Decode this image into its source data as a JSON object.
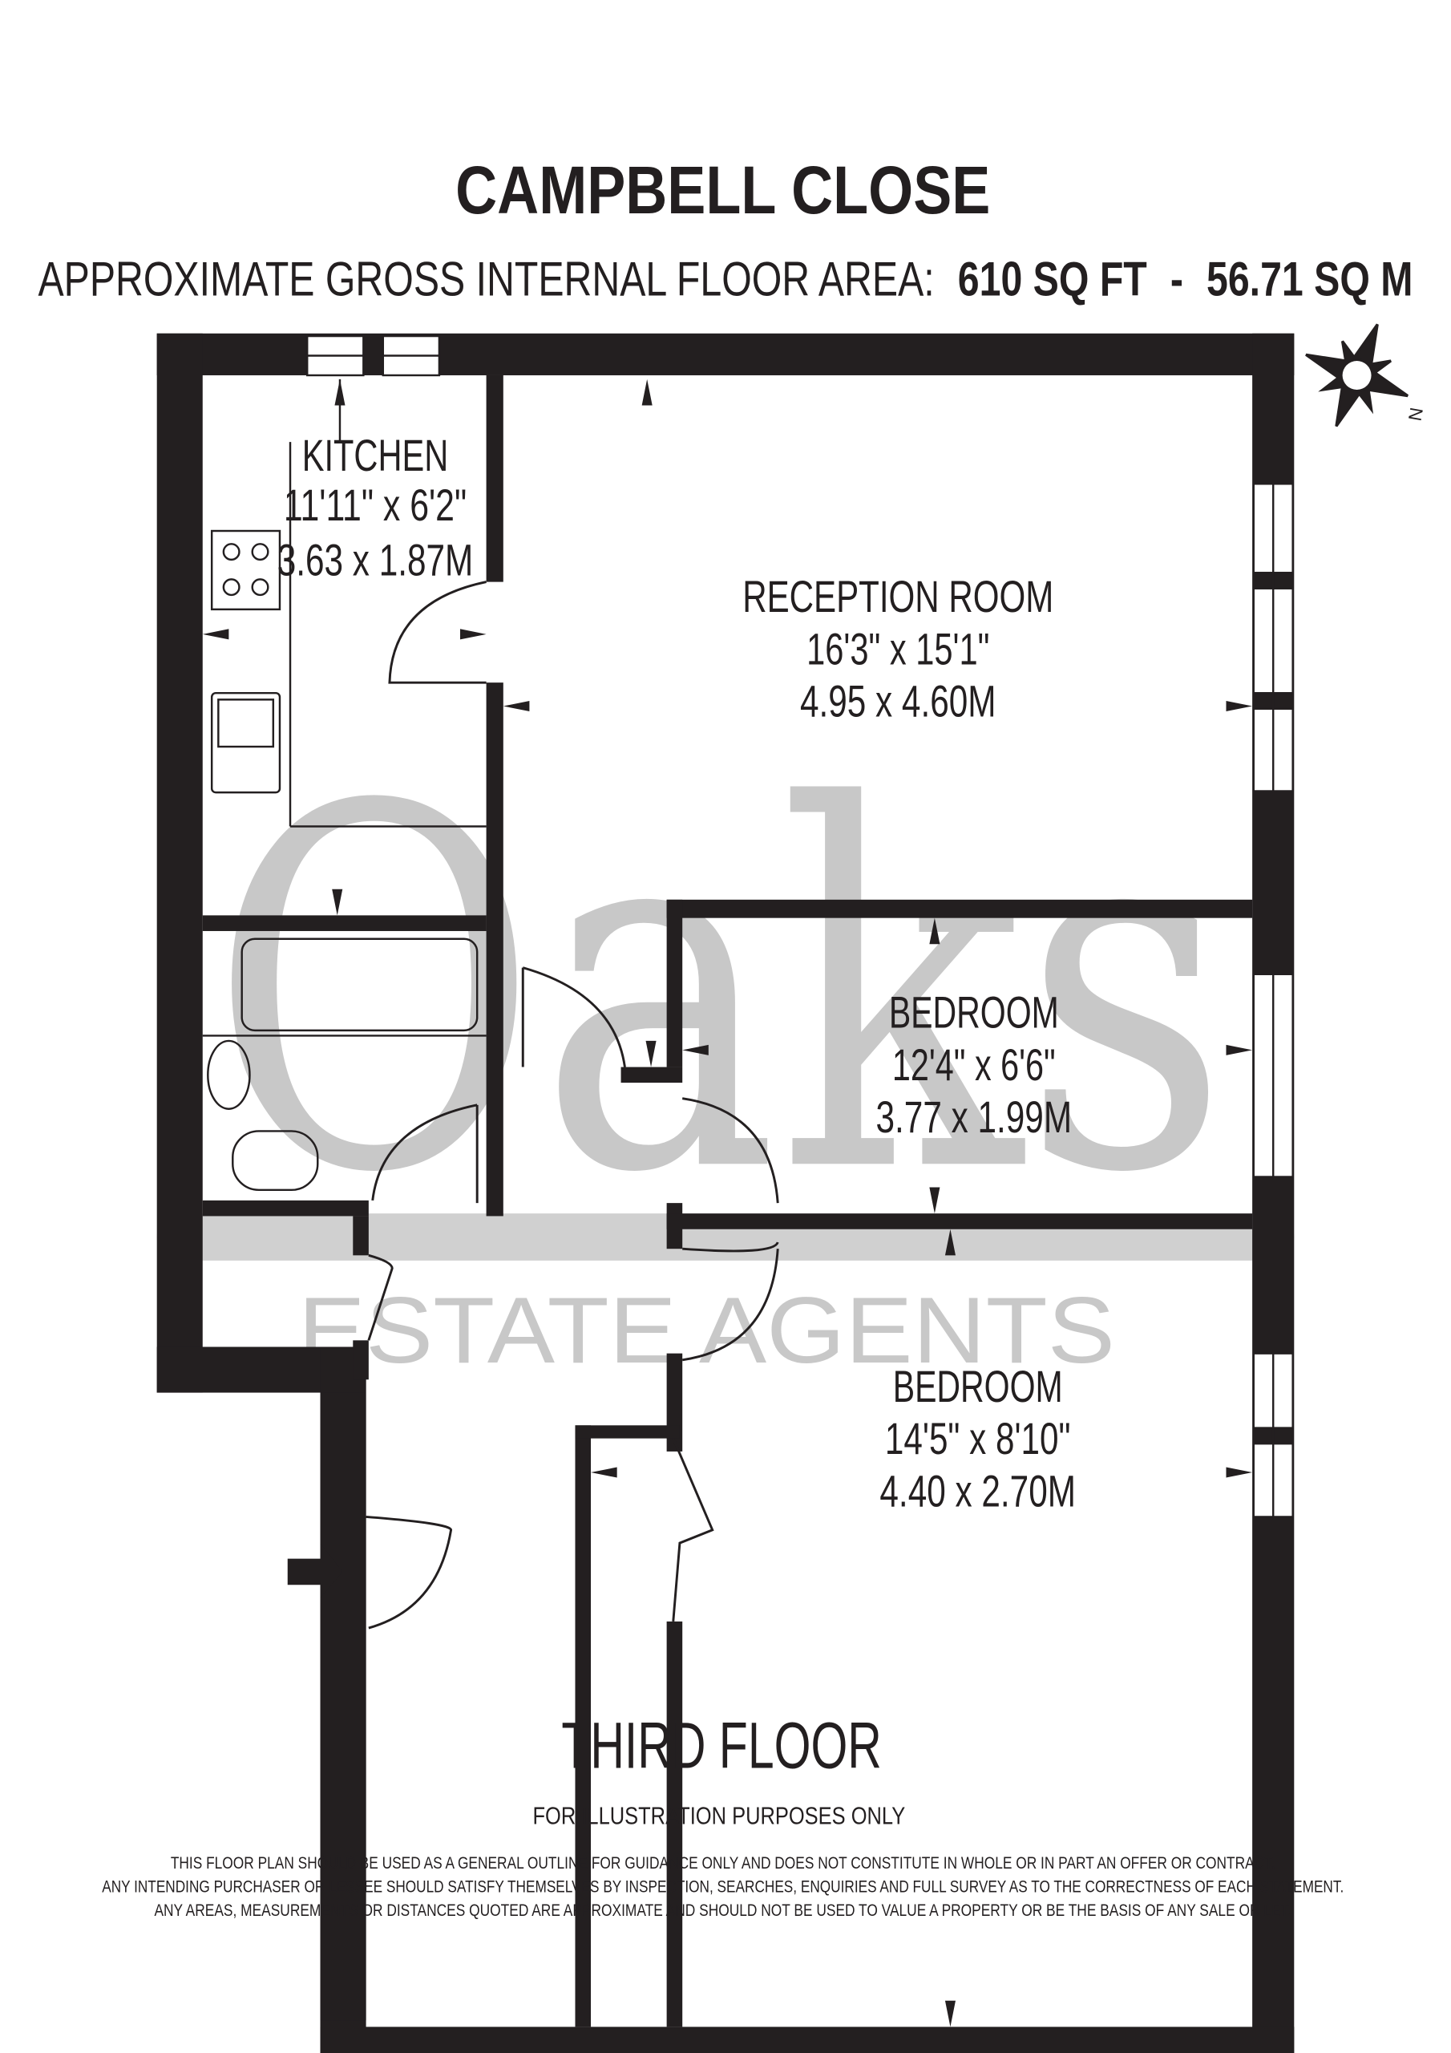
{
  "title": "CAMPBELL CLOSE",
  "area": {
    "label": "APPROXIMATE GROSS INTERNAL FLOOR AREA:",
    "sqft": "610 SQ FT",
    "separator": "-",
    "sqm": "56.71 SQ M"
  },
  "compass": {
    "north_label": "N"
  },
  "rooms": {
    "kitchen": {
      "name": "KITCHEN",
      "imperial": "11'11\" x 6'2\"",
      "metric": "3.63 x 1.87M"
    },
    "reception": {
      "name": "RECEPTION ROOM",
      "imperial": "16'3\" x 15'1\"",
      "metric": "4.95 x 4.60M"
    },
    "bedroom1": {
      "name": "BEDROOM",
      "imperial": "12'4\" x 6'6\"",
      "metric": "3.77 x 1.99M"
    },
    "bedroom2": {
      "name": "BEDROOM",
      "imperial": "14'5\" x 8'10\"",
      "metric": "4.40 x 2.70M"
    }
  },
  "watermark": {
    "brand": "Oaks",
    "tagline": "ESTATE AGENTS"
  },
  "floor_label": "THIRD FLOOR",
  "illustration_note": "FOR ILLUSTRATION PURPOSES ONLY",
  "disclaimer": [
    "THIS FLOOR PLAN SHOULD BE USED AS A GENERAL OUTLINE FOR GUIDANCE ONLY AND DOES NOT CONSTITUTE IN WHOLE OR IN PART AN OFFER OR CONTRACT.",
    "ANY INTENDING PURCHASER OR LESSEE SHOULD SATISFY THEMSELVES BY INSPECTION, SEARCHES, ENQUIRIES AND FULL SURVEY AS TO THE CORRECTNESS OF EACH STATEMENT.",
    "ANY AREAS, MEASUREMENTS OR DISTANCES QUOTED ARE APPROXIMATE AND SHOULD NOT BE USED TO VALUE A PROPERTY OR BE THE BASIS OF ANY SALE OR LET."
  ]
}
